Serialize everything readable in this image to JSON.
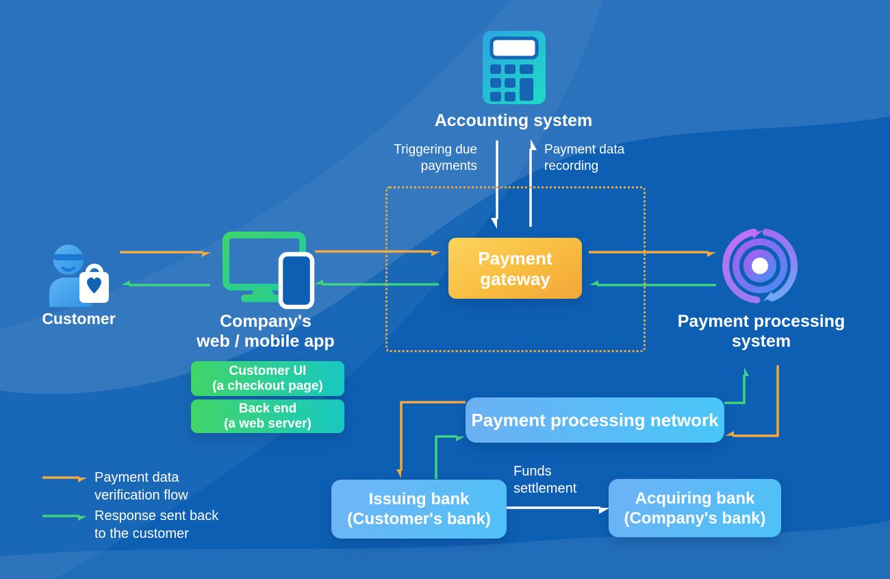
{
  "palette": {
    "background": "#0D5FB4",
    "flow_orange": "#F5A93D",
    "flow_green": "#3FD47E",
    "flow_white": "#FFFFFF",
    "gateway_gradient": [
      "#FCD45C",
      "#F2A638"
    ],
    "blue_box_gradient": [
      "#6CB0F4",
      "#49C6F7"
    ],
    "green_box_gradient": [
      "#40D668",
      "#18C8C1"
    ]
  },
  "nodes": {
    "accounting_system": {
      "label": "Accounting system",
      "icon": "calculator-icon"
    },
    "customer": {
      "label": "Customer",
      "icon": "customer-shopper-icon"
    },
    "company_app": {
      "label": "Company's\nweb / mobile app",
      "icon": "monitor-phone-icon"
    },
    "customer_ui": {
      "label": "Customer UI\n(a checkout page)"
    },
    "back_end": {
      "label": "Back end\n(a web server)"
    },
    "payment_gateway": {
      "label": "Payment\ngateway"
    },
    "processing_system": {
      "label": "Payment processing\nsystem",
      "icon": "sync-arrows-icon"
    },
    "processing_network": {
      "label": "Payment processing network"
    },
    "issuing_bank": {
      "label": "Issuing bank\n(Customer's bank)"
    },
    "acquiring_bank": {
      "label": "Acquiring bank\n(Company's bank)"
    }
  },
  "edge_labels": {
    "triggering": "Triggering due\npayments",
    "recording": "Payment data\nrecording",
    "funds_settlement": "Funds\nsettlement"
  },
  "edges": [
    {
      "from": "customer",
      "to": "company_app",
      "type": "payment-data"
    },
    {
      "from": "company_app",
      "to": "customer",
      "type": "response"
    },
    {
      "from": "company_app",
      "to": "payment_gateway",
      "type": "payment-data"
    },
    {
      "from": "payment_gateway",
      "to": "company_app",
      "type": "response"
    },
    {
      "from": "payment_gateway",
      "to": "processing_system",
      "type": "payment-data"
    },
    {
      "from": "processing_system",
      "to": "payment_gateway",
      "type": "response"
    },
    {
      "from": "accounting_system",
      "to": "payment_gateway",
      "type": "triggering-due-payments"
    },
    {
      "from": "payment_gateway",
      "to": "accounting_system",
      "type": "payment-data-recording"
    },
    {
      "from": "processing_network",
      "to": "issuing_bank",
      "type": "payment-data"
    },
    {
      "from": "issuing_bank",
      "to": "processing_network",
      "type": "response"
    },
    {
      "from": "processing_network",
      "to": "processing_system",
      "type": "response"
    },
    {
      "from": "processing_system",
      "to": "processing_network",
      "type": "payment-data"
    },
    {
      "from": "issuing_bank",
      "to": "acquiring_bank",
      "type": "funds-settlement"
    }
  ],
  "legend": {
    "payment_flow": {
      "label": "Payment data\nverification flow",
      "color": "#F5A93D"
    },
    "response_flow": {
      "label": "Response sent back\nto the customer",
      "color": "#3FD47E"
    }
  }
}
